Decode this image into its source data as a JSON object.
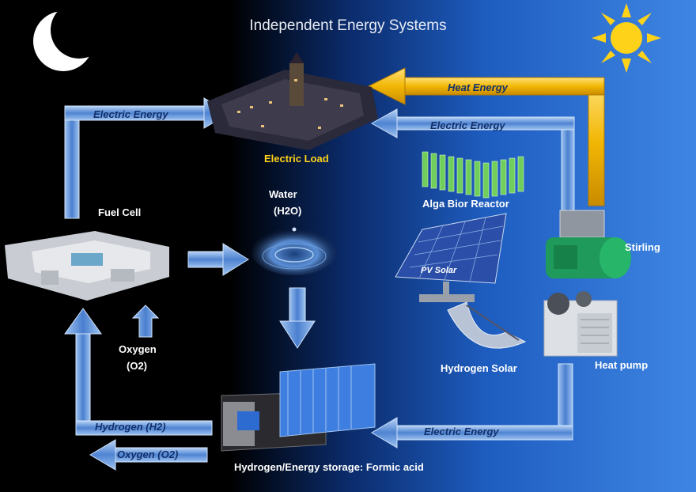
{
  "title": "Independent Energy Systems",
  "labels": {
    "electric_load": "Electric Load",
    "fuel_cell": "Fuel Cell",
    "water": "Water",
    "water_formula": "(H2O)",
    "oxygen": "Oxygen",
    "oxygen_formula": "(O2)",
    "alga": "Alga Bior Reactor",
    "pv_solar": "PV Solar",
    "stirling": "Stirling",
    "hydrogen_solar": "Hydrogen Solar",
    "heat_pump": "Heat pump",
    "storage": "Hydrogen/Energy storage: Formic acid"
  },
  "arrows": {
    "heat_energy": "Heat Energy",
    "electric_left": "Electric Energy",
    "electric_right": "Electric Energy",
    "electric_bottom": "Electric Energy",
    "hydrogen": "Hydrogen (H2)",
    "oxygen_out": "Oxygen (O2)"
  },
  "colors": {
    "arrow_fill": "#5b8fd6",
    "arrow_edge": "#bcd6f5",
    "heat_arrow": "#f2b705",
    "label_yellow": "#ffd21a"
  },
  "icons": [
    "moon-icon",
    "sun-icon"
  ]
}
